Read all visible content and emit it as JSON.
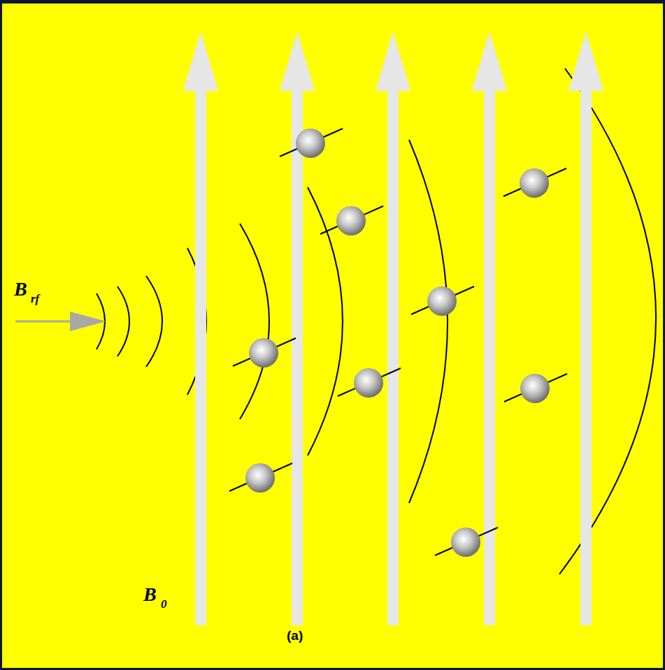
{
  "diagram": {
    "labels": [
      "B",
      "rf",
      "B",
      "0",
      "(a)"
    ]
  }
}
